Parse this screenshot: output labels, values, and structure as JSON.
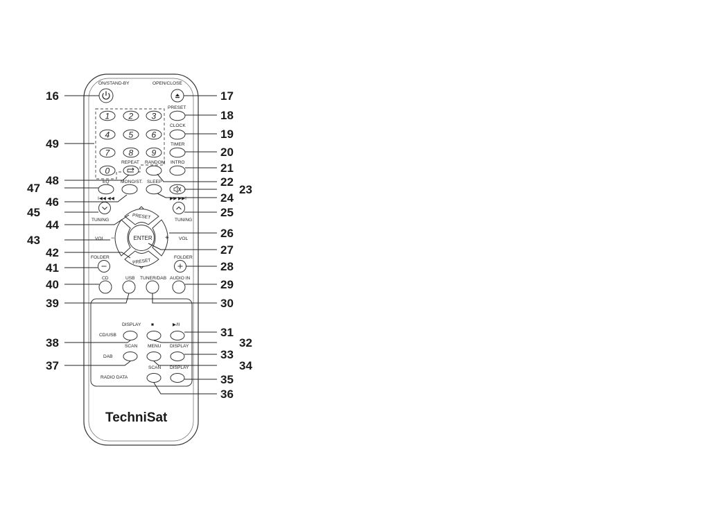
{
  "remote": {
    "brand": "TechniSat",
    "labels": {
      "on_standby": "ON/STAND-BY",
      "open_close": "OPEN/CLOSE",
      "preset": "PRESET",
      "clock": "CLOCK",
      "timer": "TIMER",
      "intro": "INTRO",
      "repeat": "REPEAT",
      "random": "RANDOM",
      "eq": "EQ",
      "mono_st": "MONO/ST.",
      "sleep": "SLEEP",
      "skip_back": "I◀◀ ◀◀",
      "skip_fwd": "▶▶ ▶▶I",
      "tuning_left": "TUNING",
      "tuning_right": "TUNING",
      "preset_up": "PRESET",
      "preset_down": "PRESET",
      "vol_left": "VOL",
      "vol_right": "VOL",
      "vol_minus": "−",
      "vol_plus": "+",
      "enter": "ENTER",
      "folder_left": "FOLDER",
      "folder_right": "FOLDER",
      "cd": "CD",
      "usb": "USB",
      "tuner_dab": "TUNER/DAB",
      "audio_in": "AUDIO IN",
      "display_cd": "DISPLAY",
      "stop": "■",
      "play_pause": "▶/II",
      "cd_usb": "CD/USB",
      "scan_dab": "SCAN",
      "menu": "MENU",
      "display_dab": "DISPLAY",
      "dab": "DAB",
      "scan_rds": "SCAN",
      "display_rds": "DISPLAY",
      "radio_data": "RADIO DATA"
    },
    "digits": [
      "1",
      "2",
      "3",
      "4",
      "5",
      "6",
      "7",
      "8",
      "9",
      "0"
    ]
  },
  "callouts": {
    "n16": "16",
    "n17": "17",
    "n18": "18",
    "n19": "19",
    "n20": "20",
    "n21": "21",
    "n22": "22",
    "n23": "23",
    "n24": "24",
    "n25": "25",
    "n26": "26",
    "n27": "27",
    "n28": "28",
    "n29": "29",
    "n30": "30",
    "n31": "31",
    "n32": "32",
    "n33": "33",
    "n34": "34",
    "n35": "35",
    "n36": "36",
    "n37": "37",
    "n38": "38",
    "n39": "39",
    "n40": "40",
    "n41": "41",
    "n42": "42",
    "n43": "43",
    "n44": "44",
    "n45": "45",
    "n46": "46",
    "n47": "47",
    "n48": "48",
    "n49": "49"
  }
}
